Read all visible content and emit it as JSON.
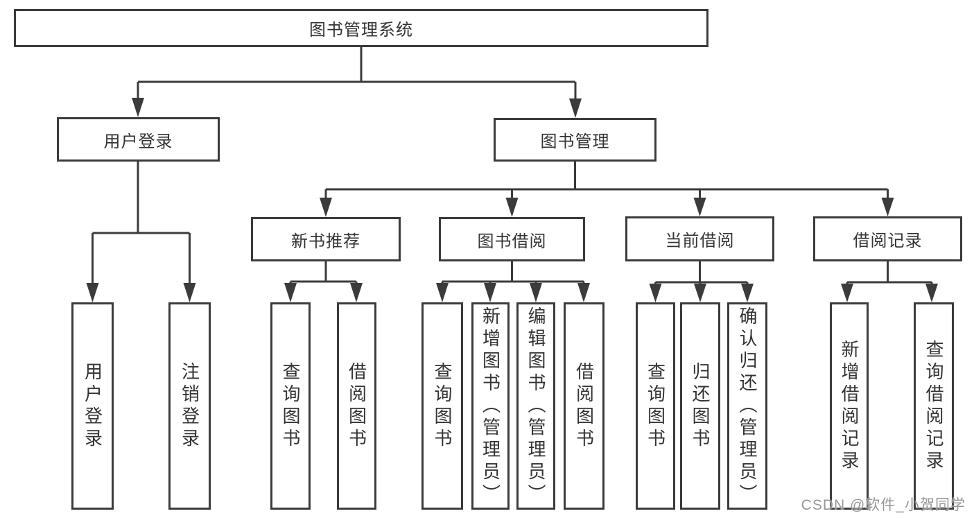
{
  "tree": {
    "root": {
      "label": "图书管理系统"
    },
    "children": [
      {
        "label": "用户登录",
        "children": [
          {
            "label": "用户登录"
          },
          {
            "label": "注销登录"
          }
        ]
      },
      {
        "label": "图书管理",
        "children": [
          {
            "label": "新书推荐",
            "children": [
              {
                "label": "查询图书"
              },
              {
                "label": "借阅图书"
              }
            ]
          },
          {
            "label": "图书借阅",
            "children": [
              {
                "label": "查询图书"
              },
              {
                "label": "新增图书（管理员）"
              },
              {
                "label": "编辑图书（管理员）"
              },
              {
                "label": "借阅图书"
              }
            ]
          },
          {
            "label": "当前借阅",
            "children": [
              {
                "label": "查询图书"
              },
              {
                "label": "归还图书"
              },
              {
                "label": "确认归还（管理员）"
              }
            ]
          },
          {
            "label": "借阅记录",
            "children": [
              {
                "label": "新增借阅记录"
              },
              {
                "label": "查询借阅记录"
              }
            ]
          }
        ]
      }
    ]
  },
  "watermark": {
    "text": "CSDN @软件_小贺同学"
  },
  "colors": {
    "line": "#3b3b3b",
    "box_border": "#3b3b3b",
    "text": "#333333",
    "watermark": "#979797",
    "background": "#ffffff"
  }
}
